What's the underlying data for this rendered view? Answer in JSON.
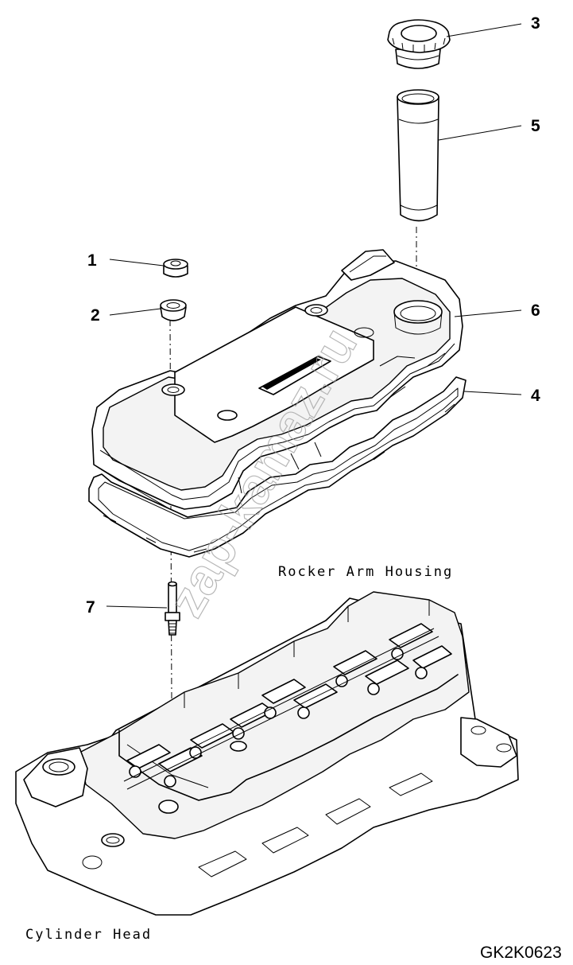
{
  "callouts": [
    {
      "number": "1"
    },
    {
      "number": "2"
    },
    {
      "number": "3"
    },
    {
      "number": "4"
    },
    {
      "number": "5"
    },
    {
      "number": "6"
    },
    {
      "number": "7"
    }
  ],
  "labels": {
    "rocker_arm_housing": "Rocker Arm Housing",
    "cylinder_head": "Cylinder Head",
    "drawing_id": "GK2K0623",
    "watermark": "zap-kamaz.ru"
  }
}
